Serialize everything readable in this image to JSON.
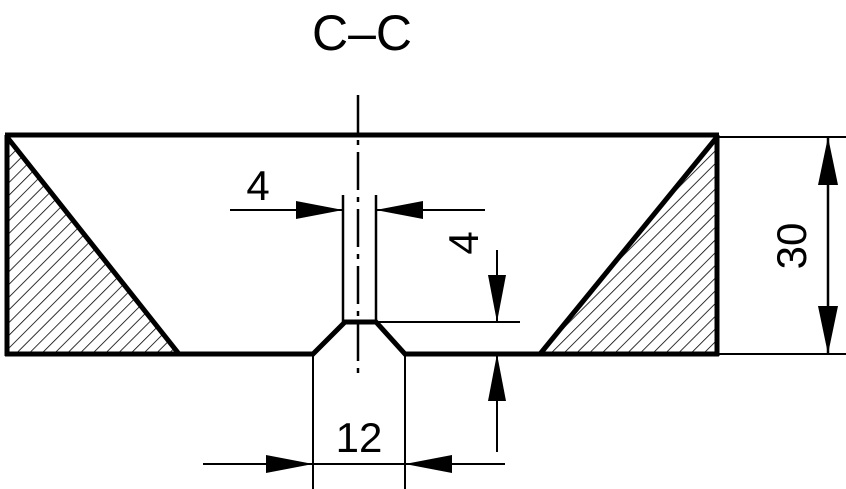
{
  "section_label": "C–C",
  "dimensions": {
    "slot_width": "4",
    "slot_depth": "4",
    "groove_width": "12",
    "height": "30"
  },
  "colors": {
    "line": "#000000",
    "background": "#ffffff"
  }
}
